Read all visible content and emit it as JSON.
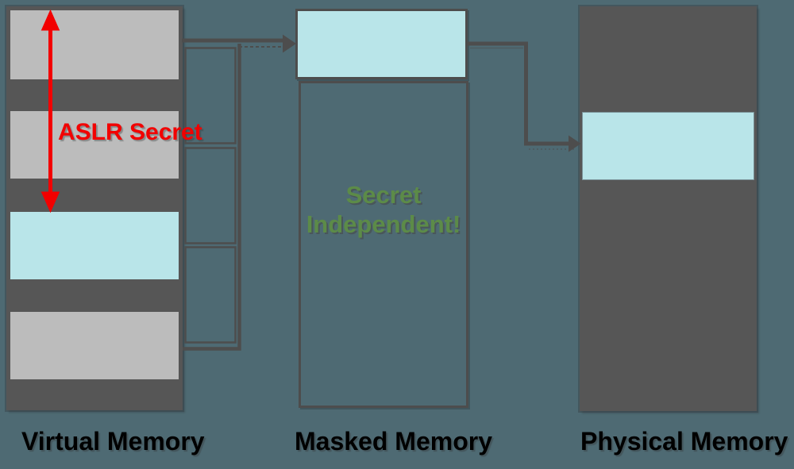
{
  "diagram": {
    "columns": [
      {
        "id": "virtual",
        "label": "Virtual Memory"
      },
      {
        "id": "masked",
        "label": "Masked Memory"
      },
      {
        "id": "physical",
        "label": "Physical Memory"
      }
    ],
    "annotations": {
      "aslr": "ASLR Secret",
      "masked_line1": "Secret",
      "masked_line2": "Independent!"
    },
    "colors": {
      "background": "#4e6a73",
      "column_fill": "#565656",
      "block_gray": "#bcbcbc",
      "block_cyan": "#b9e5e9",
      "connector": "#4d4d4d",
      "accent_red": "#f20000",
      "accent_green": "#5c8b48",
      "label_text": "#000000"
    }
  }
}
